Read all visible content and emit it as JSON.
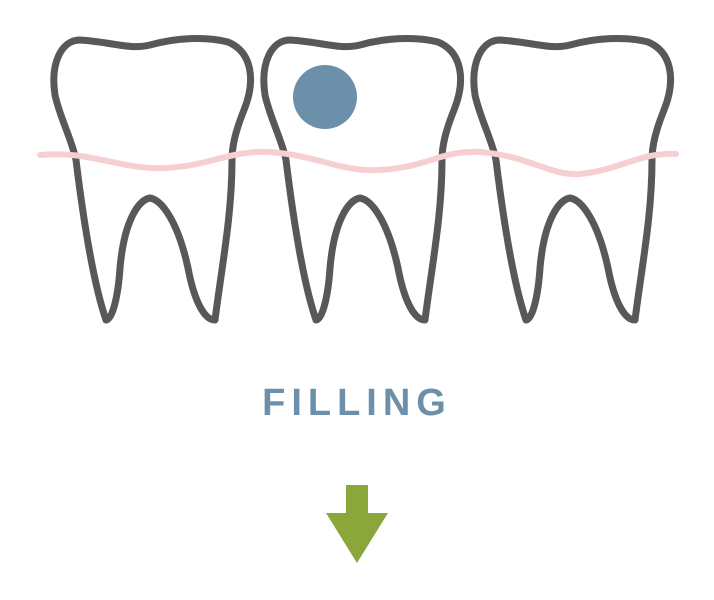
{
  "caption": "FILLING",
  "colors": {
    "tooth_outline": "#58585a",
    "gum_line": "#f6cfd2",
    "filling_spot": "#6c90a9",
    "caption_text": "#6c90a9",
    "arrow": "#8ba63a"
  },
  "illustration": {
    "teeth": [
      {
        "name": "left-molar",
        "has_filling": false
      },
      {
        "name": "middle-molar",
        "has_filling": true
      },
      {
        "name": "right-molar",
        "has_filling": false
      }
    ]
  },
  "icons": {
    "arrow": "arrow-down-icon"
  }
}
